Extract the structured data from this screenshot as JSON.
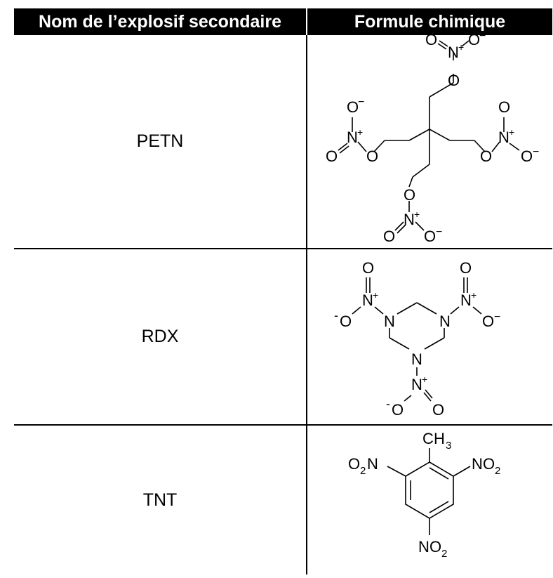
{
  "table": {
    "headers": [
      "Nom de l’explosif secondaire",
      "Formule chimique"
    ],
    "rows": [
      {
        "name": "PETN"
      },
      {
        "name": "RDX"
      },
      {
        "name": "TNT"
      }
    ]
  },
  "atoms": {
    "O": "O",
    "N": "N",
    "C": "C",
    "H": "H",
    "plus": "+",
    "minus": "−",
    "minus_lead": "-",
    "sub2": "2",
    "sub3": "3"
  }
}
